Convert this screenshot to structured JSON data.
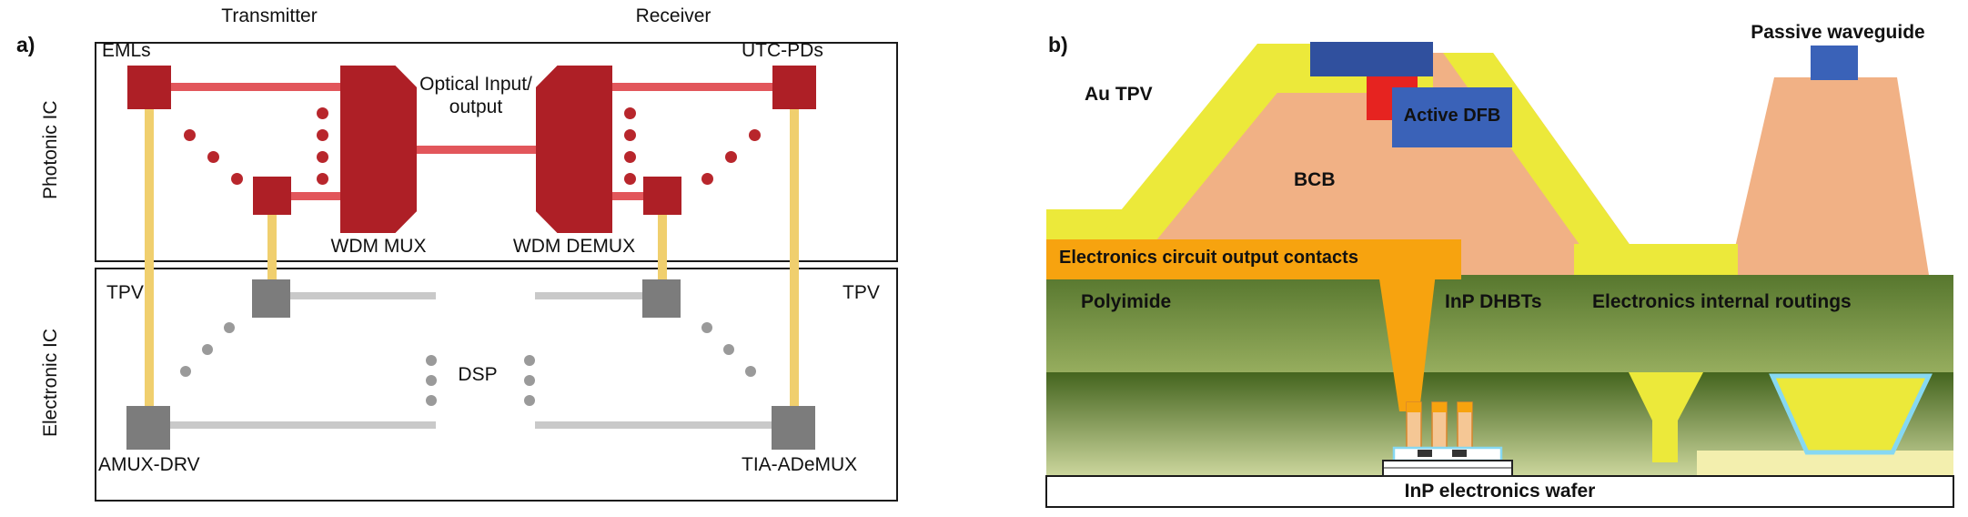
{
  "colors": {
    "block_red": "#ae1f26",
    "line_red": "#e2565b",
    "dot_red": "#b8262c",
    "tpv_gold": "#f0cf6e",
    "block_gray": "#7c7c7c",
    "line_gray": "#c9c9c9",
    "dot_gray": "#9a9a9a",
    "yellow": "#ece93a",
    "pale_yellow": "#f3efae",
    "peach": "#f1b185",
    "orange": "#f7a30f",
    "green1_top": "#57772e",
    "green1_bottom": "#96ad5e",
    "green2_top": "#44641e",
    "green2_bottom": "#ccd69d",
    "blue": "#3a62b8",
    "dark_blue": "#30509e",
    "cyan": "#86d8f2",
    "dfb_red": "#e62320",
    "box_border": "#1a1a1a",
    "text": "#111111"
  },
  "panel_a": {
    "tag": "a)",
    "transmitter": "Transmitter",
    "receiver": "Receiver",
    "photonic_ic": "Photonic IC",
    "electronic_ic": "Electronic IC",
    "emls": "EMLs",
    "utc_pds": "UTC-PDs",
    "optical_io": "Optical\nInput/\noutput",
    "wdm_mux": "WDM MUX",
    "wdm_demux": "WDM DEMUX",
    "tpv_left": "TPV",
    "tpv_right": "TPV",
    "dsp": "DSP",
    "amux_drv": "AMUX-DRV",
    "tia_ademux": "TIA-ADeMUX"
  },
  "panel_b": {
    "tag": "b)",
    "au_tpv": "Au TPV",
    "active_dfb": "Active DFB",
    "bcb": "BCB",
    "passive_waveguide": "Passive waveguide",
    "output_contacts": "Electronics circuit output contacts",
    "polyimide": "Polyimide",
    "inp_dhbts": "InP DHBTs",
    "internal_routings": "Electronics internal routings",
    "wafer": "InP electronics wafer"
  }
}
